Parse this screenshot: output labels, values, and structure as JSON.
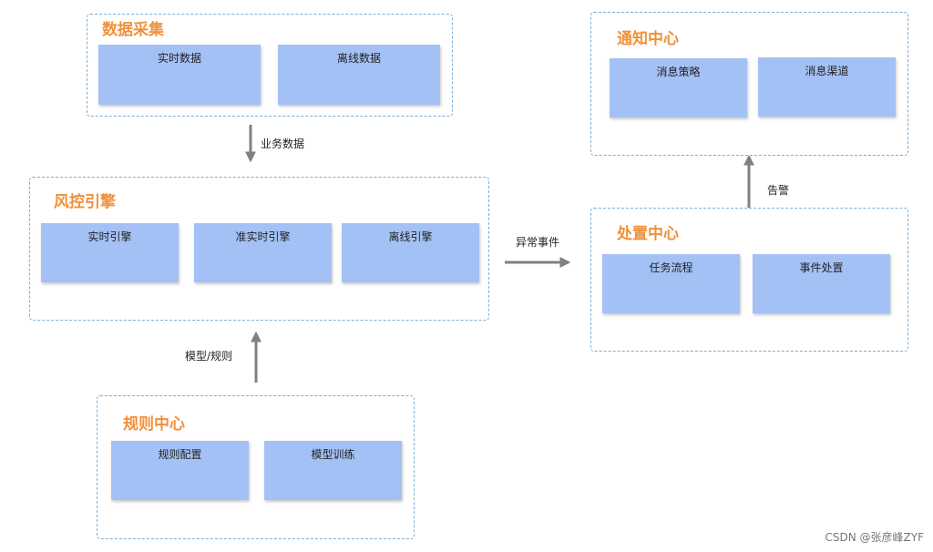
{
  "groups": {
    "data_collection": {
      "title": "数据采集",
      "nodes": [
        "实时数据",
        "离线数据"
      ]
    },
    "risk_engine": {
      "title": "风控引擎",
      "nodes": [
        "实时引擎",
        "准实时引擎",
        "离线引擎"
      ]
    },
    "rule_center": {
      "title": "规则中心",
      "nodes": [
        "规则配置",
        "模型训练"
      ]
    },
    "notification_center": {
      "title": "通知中心",
      "nodes": [
        "消息策略",
        "消息渠道"
      ]
    },
    "disposal_center": {
      "title": "处置中心",
      "nodes": [
        "任务流程",
        "事件处置"
      ]
    }
  },
  "edges": {
    "business_data": "业务数据",
    "abnormal_event": "异常事件",
    "model_rule": "模型/规则",
    "alert": "告警"
  },
  "colors": {
    "title": "#f0913a",
    "node_fill": "#a4c1f6",
    "group_border": "#7aaed8",
    "arrow": "#808080"
  },
  "watermark": "CSDN @张彦峰ZYF"
}
